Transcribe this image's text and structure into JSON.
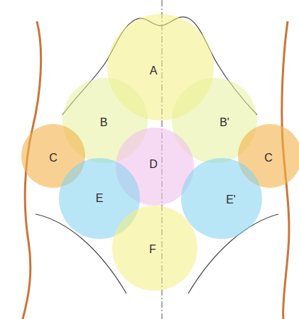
{
  "diagram": {
    "nodes": [
      {
        "text": [
          "A"
        ]
      },
      {
        "text": [
          "B"
        ]
      },
      {
        "text": [
          "B'"
        ]
      },
      {
        "text": [
          "C"
        ]
      },
      {
        "text": [
          "D"
        ]
      },
      {
        "text": [
          "C"
        ]
      },
      {
        "text": [
          "E"
        ]
      },
      {
        "text": [
          "E'"
        ]
      },
      {
        "text": [
          "F"
        ]
      }
    ]
  }
}
